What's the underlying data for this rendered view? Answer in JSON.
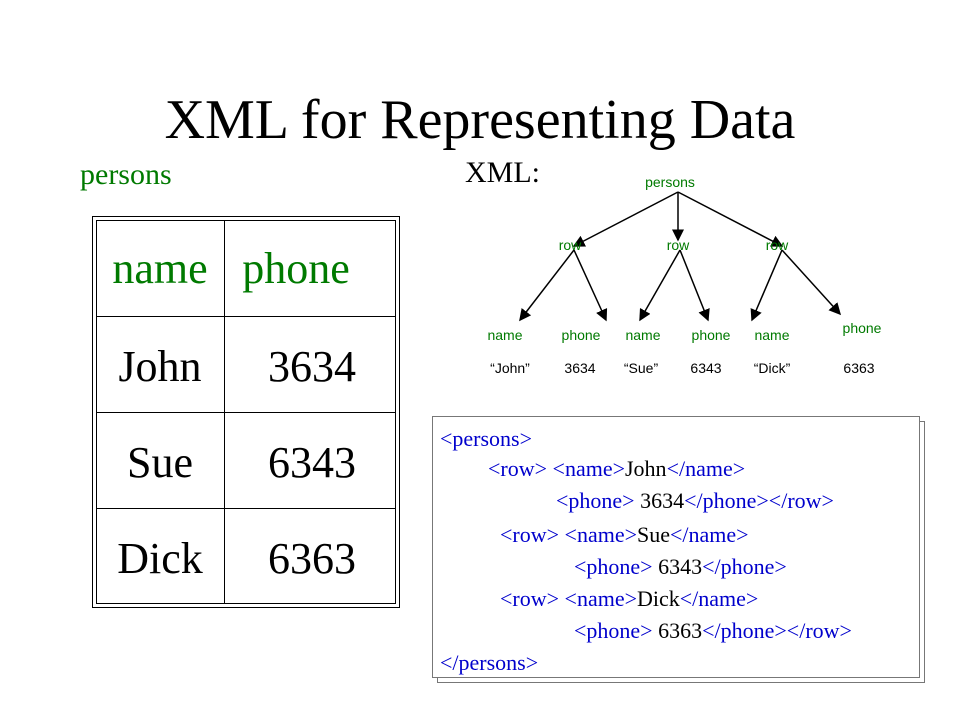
{
  "slide": {
    "title": "XML for Representing Data",
    "table_label": "persons",
    "xml_label": "XML:"
  },
  "table": {
    "headers": [
      "name",
      "phone"
    ],
    "rows": [
      [
        "John",
        "3634"
      ],
      [
        "Sue",
        "6343"
      ],
      [
        "Dick",
        "6363"
      ]
    ]
  },
  "tree": {
    "root": "persons",
    "rows": [
      "row",
      "row",
      "row"
    ],
    "fields": [
      {
        "label": "name",
        "value": "“John”"
      },
      {
        "label": "phone",
        "value": "3634"
      },
      {
        "label": "name",
        "value": "“Sue”"
      },
      {
        "label": "phone",
        "value": "6343"
      },
      {
        "label": "name",
        "value": "“Dick”"
      },
      {
        "label": "phone",
        "value": "6363"
      }
    ]
  },
  "xml_code": {
    "open_root": "<persons>",
    "close_root": "</persons>",
    "lines": [
      {
        "row_open": "<row>",
        "name_open": "<name>",
        "name_value": "John",
        "name_close": "</name>"
      },
      {
        "phone_open": "<phone>",
        "phone_value": " 3634",
        "phone_close": "</phone>",
        "row_close": "</row>"
      },
      {
        "row_open": "<row>",
        "name_open": "<name>",
        "name_value": "Sue",
        "name_close": "</name>"
      },
      {
        "phone_open": "<phone>",
        "phone_value": " 6343",
        "phone_close": "</phone>"
      },
      {
        "row_open": "<row>",
        "name_open": "<name>",
        "name_value": "Dick",
        "name_close": "</name>"
      },
      {
        "phone_open": "<phone>",
        "phone_value": " 6363",
        "phone_close": "</phone>",
        "row_close": "</row>"
      }
    ]
  },
  "colors": {
    "heading_green": "#007a00",
    "tag_blue": "#0000cc",
    "text": "#000000"
  }
}
